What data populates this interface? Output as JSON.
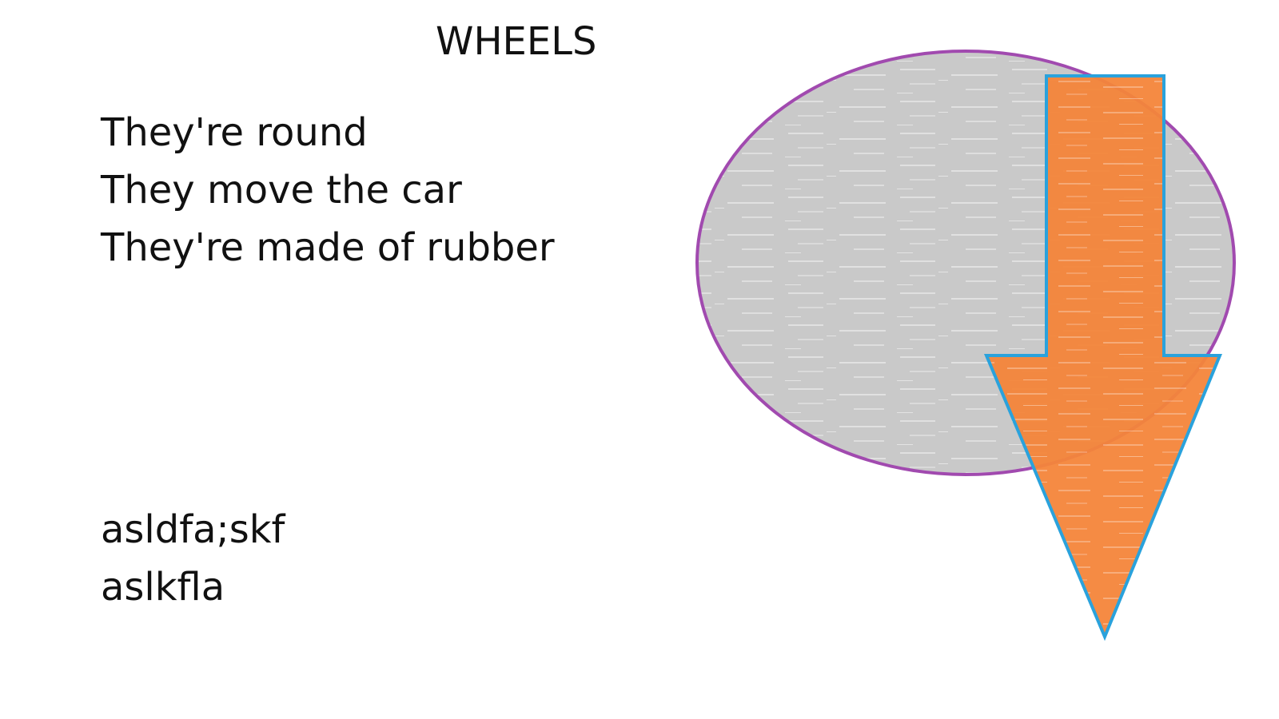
{
  "slide": {
    "title": "WHEELS",
    "bullets": [
      "They're round",
      "They move the car",
      "They're made of rubber"
    ],
    "notes": [
      "asldfa;skf",
      "aslkfla"
    ]
  },
  "shapes": {
    "ellipse": {
      "fill": "#c9c9c9",
      "stroke": "#a14aaf"
    },
    "arrow": {
      "direction": "down",
      "fill": "#f4853a",
      "stroke": "#2aa2dc"
    }
  }
}
